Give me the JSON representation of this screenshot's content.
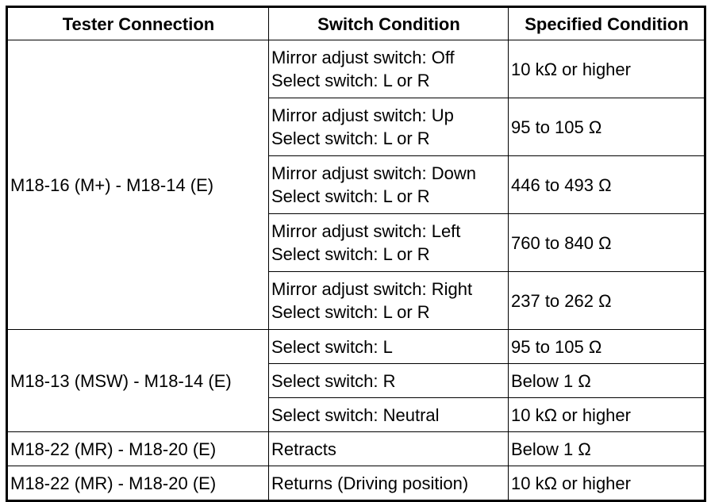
{
  "table": {
    "headers": [
      "Tester Connection",
      "Switch Condition",
      "Specified Condition"
    ],
    "groups": [
      {
        "connection": "M18-16 (M+) - M18-14 (E)",
        "rows": [
          {
            "switch": [
              "Mirror adjust switch: Off",
              "Select switch: L or R"
            ],
            "spec": "10 kΩ or higher"
          },
          {
            "switch": [
              "Mirror adjust switch: Up",
              "Select switch: L or R"
            ],
            "spec": "95 to 105 Ω"
          },
          {
            "switch": [
              "Mirror adjust switch: Down",
              "Select switch: L or R"
            ],
            "spec": "446 to 493 Ω"
          },
          {
            "switch": [
              "Mirror adjust switch: Left",
              "Select switch: L or R"
            ],
            "spec": "760 to 840 Ω"
          },
          {
            "switch": [
              "Mirror adjust switch: Right",
              "Select switch: L or R"
            ],
            "spec": "237 to 262 Ω"
          }
        ]
      },
      {
        "connection": "M18-13 (MSW) - M18-14 (E)",
        "rows": [
          {
            "switch": [
              "Select switch: L"
            ],
            "spec": "95 to 105 Ω"
          },
          {
            "switch": [
              "Select switch: R"
            ],
            "spec": "Below 1 Ω"
          },
          {
            "switch": [
              "Select switch: Neutral"
            ],
            "spec": "10 kΩ or higher"
          }
        ]
      },
      {
        "connection": "M18-22 (MR) - M18-20 (E)",
        "rows": [
          {
            "switch": [
              "Retracts"
            ],
            "spec": "Below 1 Ω"
          }
        ]
      },
      {
        "connection": "M18-22 (MR) - M18-20 (E)",
        "rows": [
          {
            "switch": [
              "Returns (Driving position)"
            ],
            "spec": "10 kΩ or higher"
          }
        ]
      }
    ]
  }
}
